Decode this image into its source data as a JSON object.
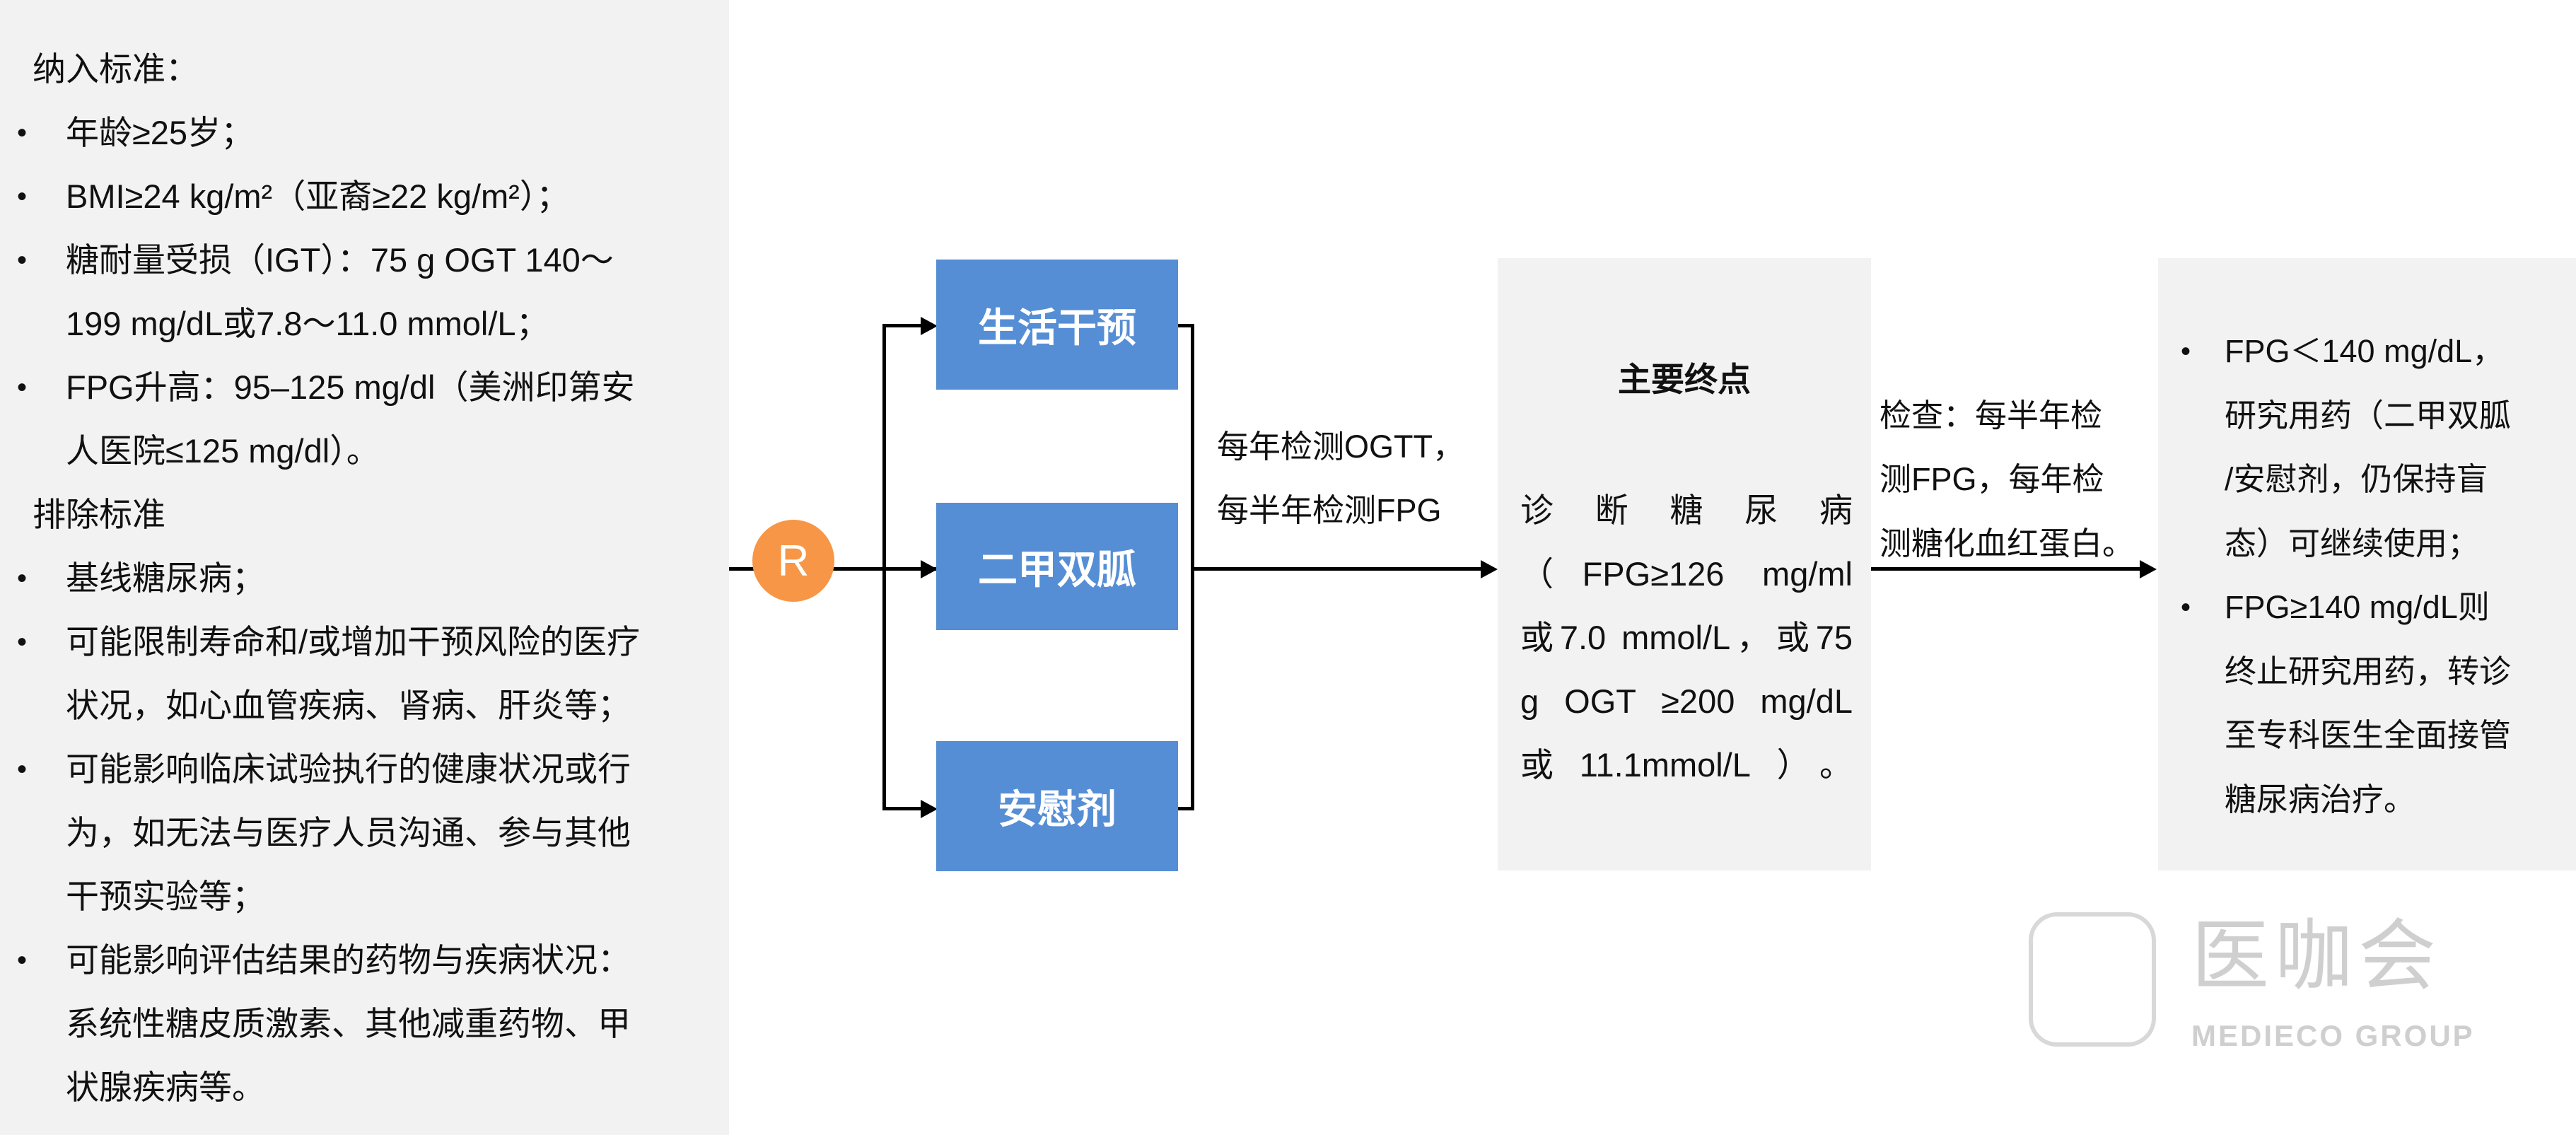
{
  "inclusion": {
    "title": "纳入标准：",
    "lines": [
      {
        "bullet": true,
        "text": "年龄≥25岁；"
      },
      {
        "bullet": true,
        "text": "BMI≥24 kg/m²（亚裔≥22 kg/m²）；"
      },
      {
        "bullet": true,
        "text": "糖耐量受损（IGT）：75 g OGT 140～"
      },
      {
        "bullet": false,
        "text": "199 mg/dL或7.8～11.0 mmol/L；"
      },
      {
        "bullet": true,
        "text": "FPG升高：95–125 mg/dl（美洲印第安"
      },
      {
        "bullet": false,
        "text": "人医院≤125 mg/dl）。"
      }
    ]
  },
  "exclusion": {
    "title": "排除标准",
    "lines": [
      {
        "bullet": true,
        "text": "基线糖尿病；"
      },
      {
        "bullet": true,
        "text": "可能限制寿命和/或增加干预风险的医疗"
      },
      {
        "bullet": false,
        "text": "状况，如心血管疾病、肾病、肝炎等；"
      },
      {
        "bullet": true,
        "text": "可能影响临床试验执行的健康状况或行"
      },
      {
        "bullet": false,
        "text": "为，如无法与医疗人员沟通、参与其他"
      },
      {
        "bullet": false,
        "text": "干预实验等；"
      },
      {
        "bullet": true,
        "text": "可能影响评估结果的药物与疾病状况："
      },
      {
        "bullet": false,
        "text": "系统性糖皮质激素、其他减重药物、甲"
      },
      {
        "bullet": false,
        "text": "状腺疾病等。"
      }
    ]
  },
  "bullet_char": "•",
  "randomization": {
    "label": "R",
    "color": "#f79646"
  },
  "arms": [
    "生活干预",
    "二甲双胍",
    "安慰剂"
  ],
  "arm_color": "#558ed5",
  "followup": [
    "每年检测OGTT，",
    "每半年检测FPG"
  ],
  "endpoint": {
    "title": "主要终点",
    "lines": [
      "诊断糖尿病",
      "（FPG≥126 mg/ml",
      "或7.0 mmol/L，或75",
      "g OGT ≥200 mg/dL",
      "或11.1mmol/L）。"
    ]
  },
  "check": [
    "检查：每半年检",
    "测FPG，每年检",
    "测糖化血红蛋白。"
  ],
  "outcome": {
    "lines": [
      {
        "bullet": true,
        "text": "FPG＜140 mg/dL，"
      },
      {
        "bullet": false,
        "text": "研究用药（二甲双胍"
      },
      {
        "bullet": false,
        "text": "/安慰剂，仍保持盲"
      },
      {
        "bullet": false,
        "text": "态）可继续使用；"
      },
      {
        "bullet": true,
        "text": "FPG≥140 mg/dL则"
      },
      {
        "bullet": false,
        "text": "终止研究用药，转诊"
      },
      {
        "bullet": false,
        "text": "至专科医生全面接管"
      },
      {
        "bullet": false,
        "text": "糖尿病治疗。"
      }
    ]
  },
  "watermark": {
    "cn": "医咖会",
    "en": "MEDIECO GROUP"
  }
}
